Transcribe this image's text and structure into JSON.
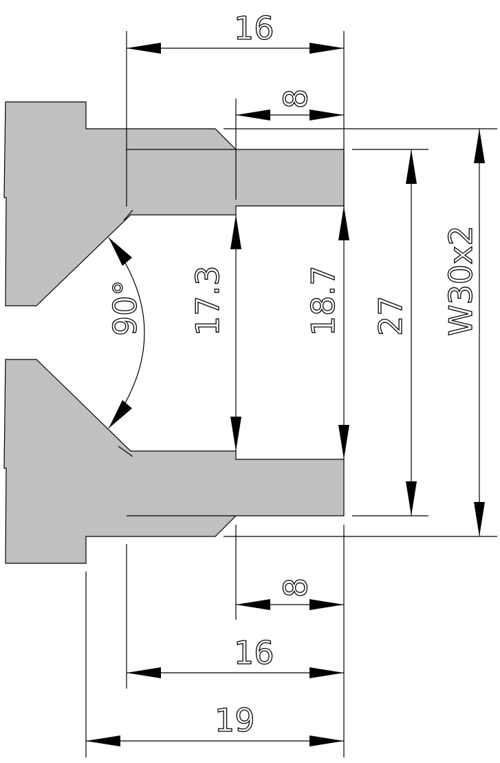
{
  "drawing": {
    "part_fill_color": "#c0c0c0",
    "dimensions": {
      "top_width": "16",
      "top_step": "8",
      "angle": "90°",
      "inner_left": "17.3",
      "inner_right": "18.7",
      "outer_height": "27",
      "thread": "W30x2",
      "bottom_step": "8",
      "bottom_width": "16",
      "total_length": "19"
    }
  }
}
